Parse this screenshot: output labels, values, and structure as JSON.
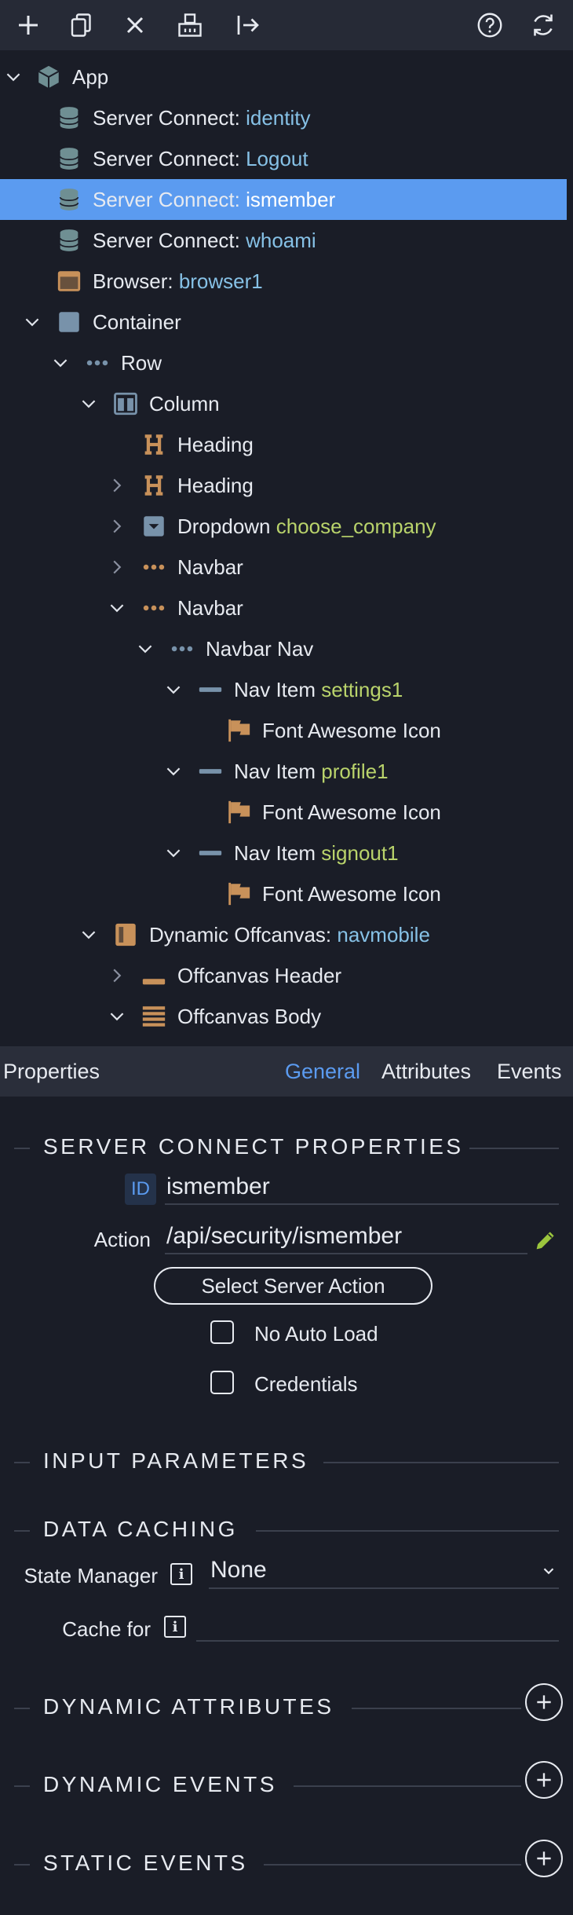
{
  "toolbar": {
    "icons": [
      "add-icon",
      "duplicate-icon",
      "delete-icon",
      "wrap-icon",
      "move-out-icon",
      "help-icon",
      "refresh-icon"
    ]
  },
  "tree": {
    "rows": [
      {
        "type": "App",
        "name": "",
        "icon": "app-cube-icon",
        "expanded": true
      },
      {
        "type": "Server Connect: ",
        "name": "identity",
        "icon": "database-icon"
      },
      {
        "type": "Server Connect: ",
        "name": "Logout",
        "icon": "database-icon"
      },
      {
        "type": "Server Connect: ",
        "name": "ismember",
        "icon": "database-icon",
        "selected": true
      },
      {
        "type": "Server Connect: ",
        "name": "whoami",
        "icon": "database-icon"
      },
      {
        "type": "Browser: ",
        "name": "browser1",
        "icon": "browser-icon"
      },
      {
        "type": "Container",
        "name": "",
        "icon": "container-icon",
        "expanded": true
      },
      {
        "type": "Row",
        "name": "",
        "icon": "row-dots-icon",
        "expanded": true
      },
      {
        "type": "Column",
        "name": "",
        "icon": "column-icon",
        "expanded": true
      },
      {
        "type": "Heading",
        "name": "",
        "icon": "heading-icon"
      },
      {
        "type": "Heading",
        "name": "",
        "icon": "heading-icon",
        "collapsed": true
      },
      {
        "type": "Dropdown ",
        "name": "choose_company",
        "icon": "dropdown-icon",
        "collapsed": true
      },
      {
        "type": "Navbar",
        "name": "",
        "icon": "navbar-dots-icon",
        "collapsed": true
      },
      {
        "type": "Navbar",
        "name": "",
        "icon": "navbar-dots-icon",
        "expanded": true
      },
      {
        "type": "Navbar Nav",
        "name": "",
        "icon": "navbar-nav-dots-icon",
        "expanded": true
      },
      {
        "type": "Nav Item ",
        "name": "settings1",
        "icon": "nav-item-icon",
        "expanded": true
      },
      {
        "type": "Font Awesome Icon",
        "name": "",
        "icon": "flag-icon"
      },
      {
        "type": "Nav Item ",
        "name": "profile1",
        "icon": "nav-item-icon",
        "expanded": true
      },
      {
        "type": "Font Awesome Icon",
        "name": "",
        "icon": "flag-icon"
      },
      {
        "type": "Nav Item ",
        "name": "signout1",
        "icon": "nav-item-icon",
        "expanded": true
      },
      {
        "type": "Font Awesome Icon",
        "name": "",
        "icon": "flag-icon"
      },
      {
        "type": "Dynamic Offcanvas: ",
        "name": "navmobile",
        "icon": "offcanvas-icon",
        "expanded": true
      },
      {
        "type": "Offcanvas Header",
        "name": "",
        "icon": "offcanvas-header-icon",
        "collapsed": true
      },
      {
        "type": "Offcanvas Body",
        "name": "",
        "icon": "offcanvas-body-icon",
        "expanded": true
      }
    ]
  },
  "properties": {
    "title": "Properties",
    "tabs": {
      "general": "General",
      "attributes": "Attributes",
      "events": "Events"
    },
    "server_connect": {
      "section_title": "SERVER CONNECT PROPERTIES",
      "id_badge": "ID",
      "id_value": "ismember",
      "action_label": "Action",
      "action_value": "/api/security/ismember",
      "select_button": "Select Server Action",
      "no_auto_load": "No Auto Load",
      "credentials": "Credentials"
    },
    "input_parameters": {
      "section_title": "INPUT PARAMETERS"
    },
    "data_caching": {
      "section_title": "DATA CACHING",
      "state_manager_label": "State Manager",
      "state_manager_value": "None",
      "cache_for_label": "Cache for",
      "cache_for_value": "",
      "info_glyph": "i"
    },
    "dynamic_attributes": {
      "section_title": "DYNAMIC ATTRIBUTES"
    },
    "dynamic_events": {
      "section_title": "DYNAMIC EVENTS"
    },
    "static_events": {
      "section_title": "STATIC EVENTS"
    }
  },
  "colors": {
    "background": "#1a1d27",
    "toolbar": "#262a36",
    "selected": "#5b9bf0",
    "name_blue": "#86c1e6",
    "name_green": "#b9d36b",
    "icon_orange": "#c8915a",
    "icon_teal": "#6f8f93"
  }
}
